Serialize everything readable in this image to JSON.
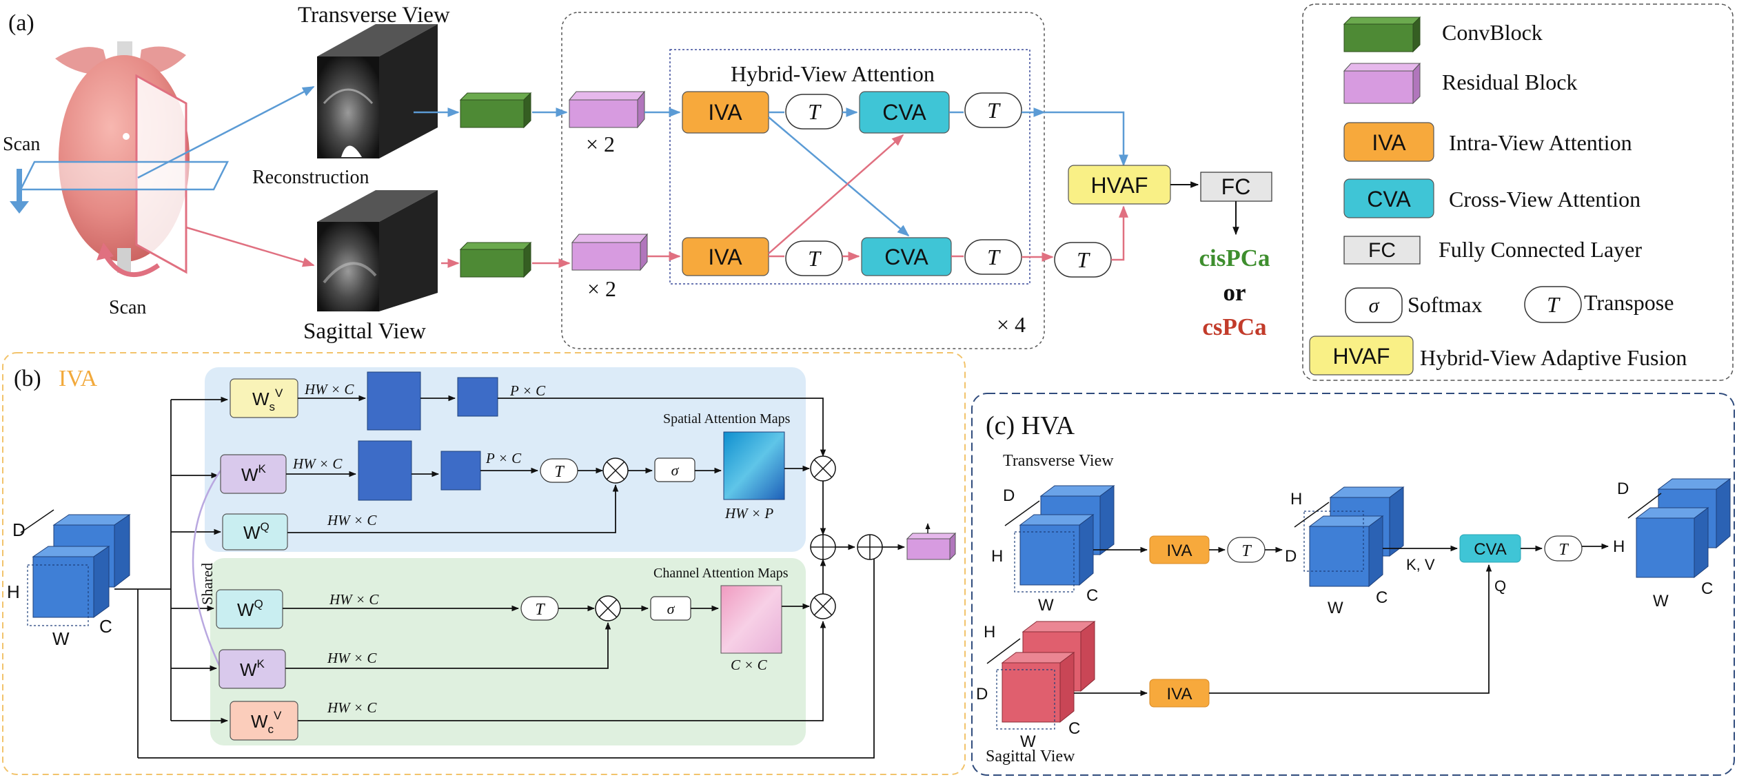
{
  "colors": {
    "blue_arrow": "#5B9BD5",
    "red_arrow": "#E07080",
    "conv": "#4E8A35",
    "residual": "#D79BE0",
    "iva": "#F7A93C",
    "cva": "#3FC5D6",
    "hvaf": "#F9F086",
    "fc": "#E6E6E6",
    "cispca": "#3E8E2E",
    "cspca": "#C23B2A",
    "panel_b_border": "#F2C36B",
    "panel_c_border": "#2F4B7C",
    "cube_blue": "#3F7FD6",
    "cube_red": "#E05F6E",
    "spatial_bg": "#DCEBF8",
    "channel_bg": "#DFF0DF"
  },
  "panel_a": {
    "label": "(a)",
    "transverse_view": "Transverse View",
    "sagittal_view": "Sagittal View",
    "scan_top": "Scan",
    "scan_bottom": "Scan",
    "reconstruction": "Reconstruction",
    "hybrid_view_attention": "Hybrid-View Attention",
    "times_two_top": "× 2",
    "times_two_bottom": "× 2",
    "times_four": "× 4",
    "iva": "IVA",
    "cva": "CVA",
    "transpose": "T",
    "hvaf": "HVAF",
    "fc": "FC",
    "cispca": "cisPCa",
    "or": "or",
    "cspca": "csPCa"
  },
  "legend": {
    "items": [
      {
        "label": "ConvBlock",
        "icon": "conv-block-icon"
      },
      {
        "label": "Residual Block",
        "icon": "residual-block-icon"
      },
      {
        "label": "Intra-View Attention",
        "symbol": "IVA"
      },
      {
        "label": "Cross-View Attention",
        "symbol": "CVA"
      },
      {
        "label": "Fully Connected Layer",
        "symbol": "FC"
      }
    ],
    "sigma": "σ",
    "softmax": "Softmax",
    "t": "T",
    "transpose": "Transpose",
    "hvaf": "HVAF",
    "hvaf_label": "Hybrid-View Adaptive Fusion"
  },
  "panel_b": {
    "label": "(b)",
    "title": "IVA",
    "ws_v": "W",
    "ws_v_sub": "s",
    "ws_v_sup": "V",
    "wk": "W",
    "wk_sup": "K",
    "wq": "W",
    "wq_sup": "Q",
    "wc_v_sub": "c",
    "hw_c": "HW × C",
    "p_c": "P × C",
    "hw_p": "HW × P",
    "c_c": "C × C",
    "spatial_maps": "Spatial Attention Maps",
    "channel_maps": "Channel Attention Maps",
    "shared": "Shared",
    "sigma": "σ",
    "t": "T",
    "cube_d": "D",
    "cube_h": "H",
    "cube_w": "W",
    "cube_c": "C"
  },
  "panel_c": {
    "label": "(c) HVA",
    "transverse_view": "Transverse View",
    "sagittal_view": "Sagittal View",
    "iva": "IVA",
    "cva": "CVA",
    "t": "T",
    "kv": "K, V",
    "q": "Q",
    "d": "D",
    "h": "H",
    "w": "W",
    "c": "C"
  }
}
